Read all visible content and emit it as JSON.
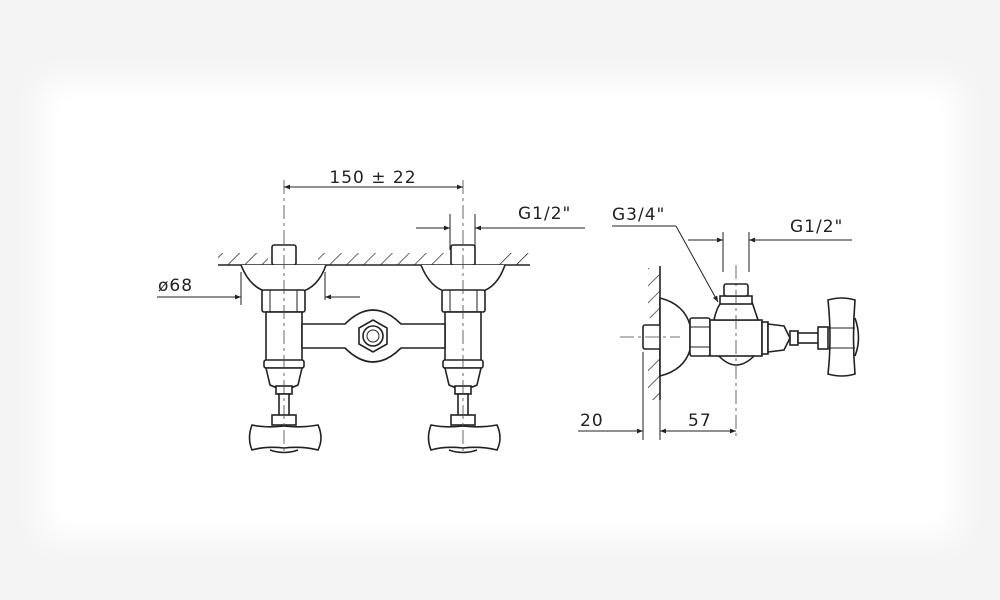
{
  "drawing": {
    "front_view": {
      "center_distance": "150 ± 22",
      "thread_outlet": "G1/2\"",
      "rosette_diameter": "ø68"
    },
    "side_view": {
      "thread_inlet": "G3/4\"",
      "thread_outlet": "G1/2\"",
      "wall_offset": "20",
      "projection": "57"
    },
    "line_color": "#222222"
  }
}
